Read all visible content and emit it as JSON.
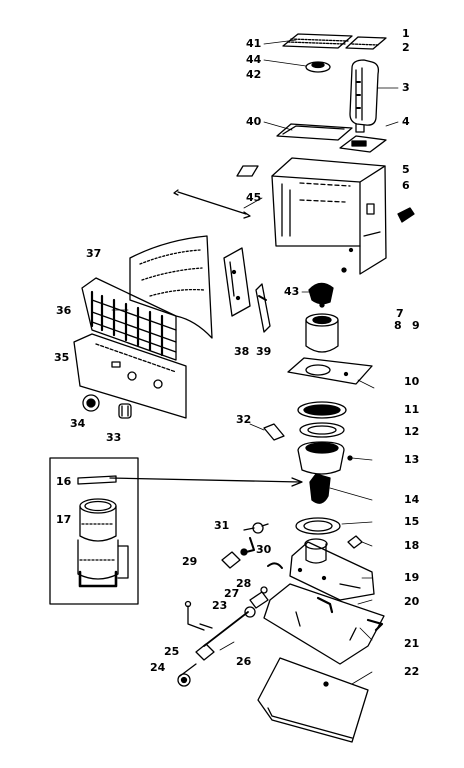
{
  "diagram": {
    "kind": "exploded parts diagram",
    "ink_color": "#000000",
    "paper_color": "#ffffff",
    "callouts": [
      "1",
      "2",
      "41",
      "44",
      "42",
      "3",
      "40",
      "4",
      "5",
      "6",
      "45",
      "37",
      "43",
      "36",
      "7",
      "8",
      "9",
      "38",
      "39",
      "35",
      "10",
      "34",
      "33",
      "11",
      "32",
      "12",
      "16",
      "13",
      "17",
      "14",
      "31",
      "15",
      "30",
      "18",
      "29",
      "28",
      "19",
      "27",
      "20",
      "23",
      "25",
      "21",
      "24",
      "26",
      "22"
    ]
  }
}
